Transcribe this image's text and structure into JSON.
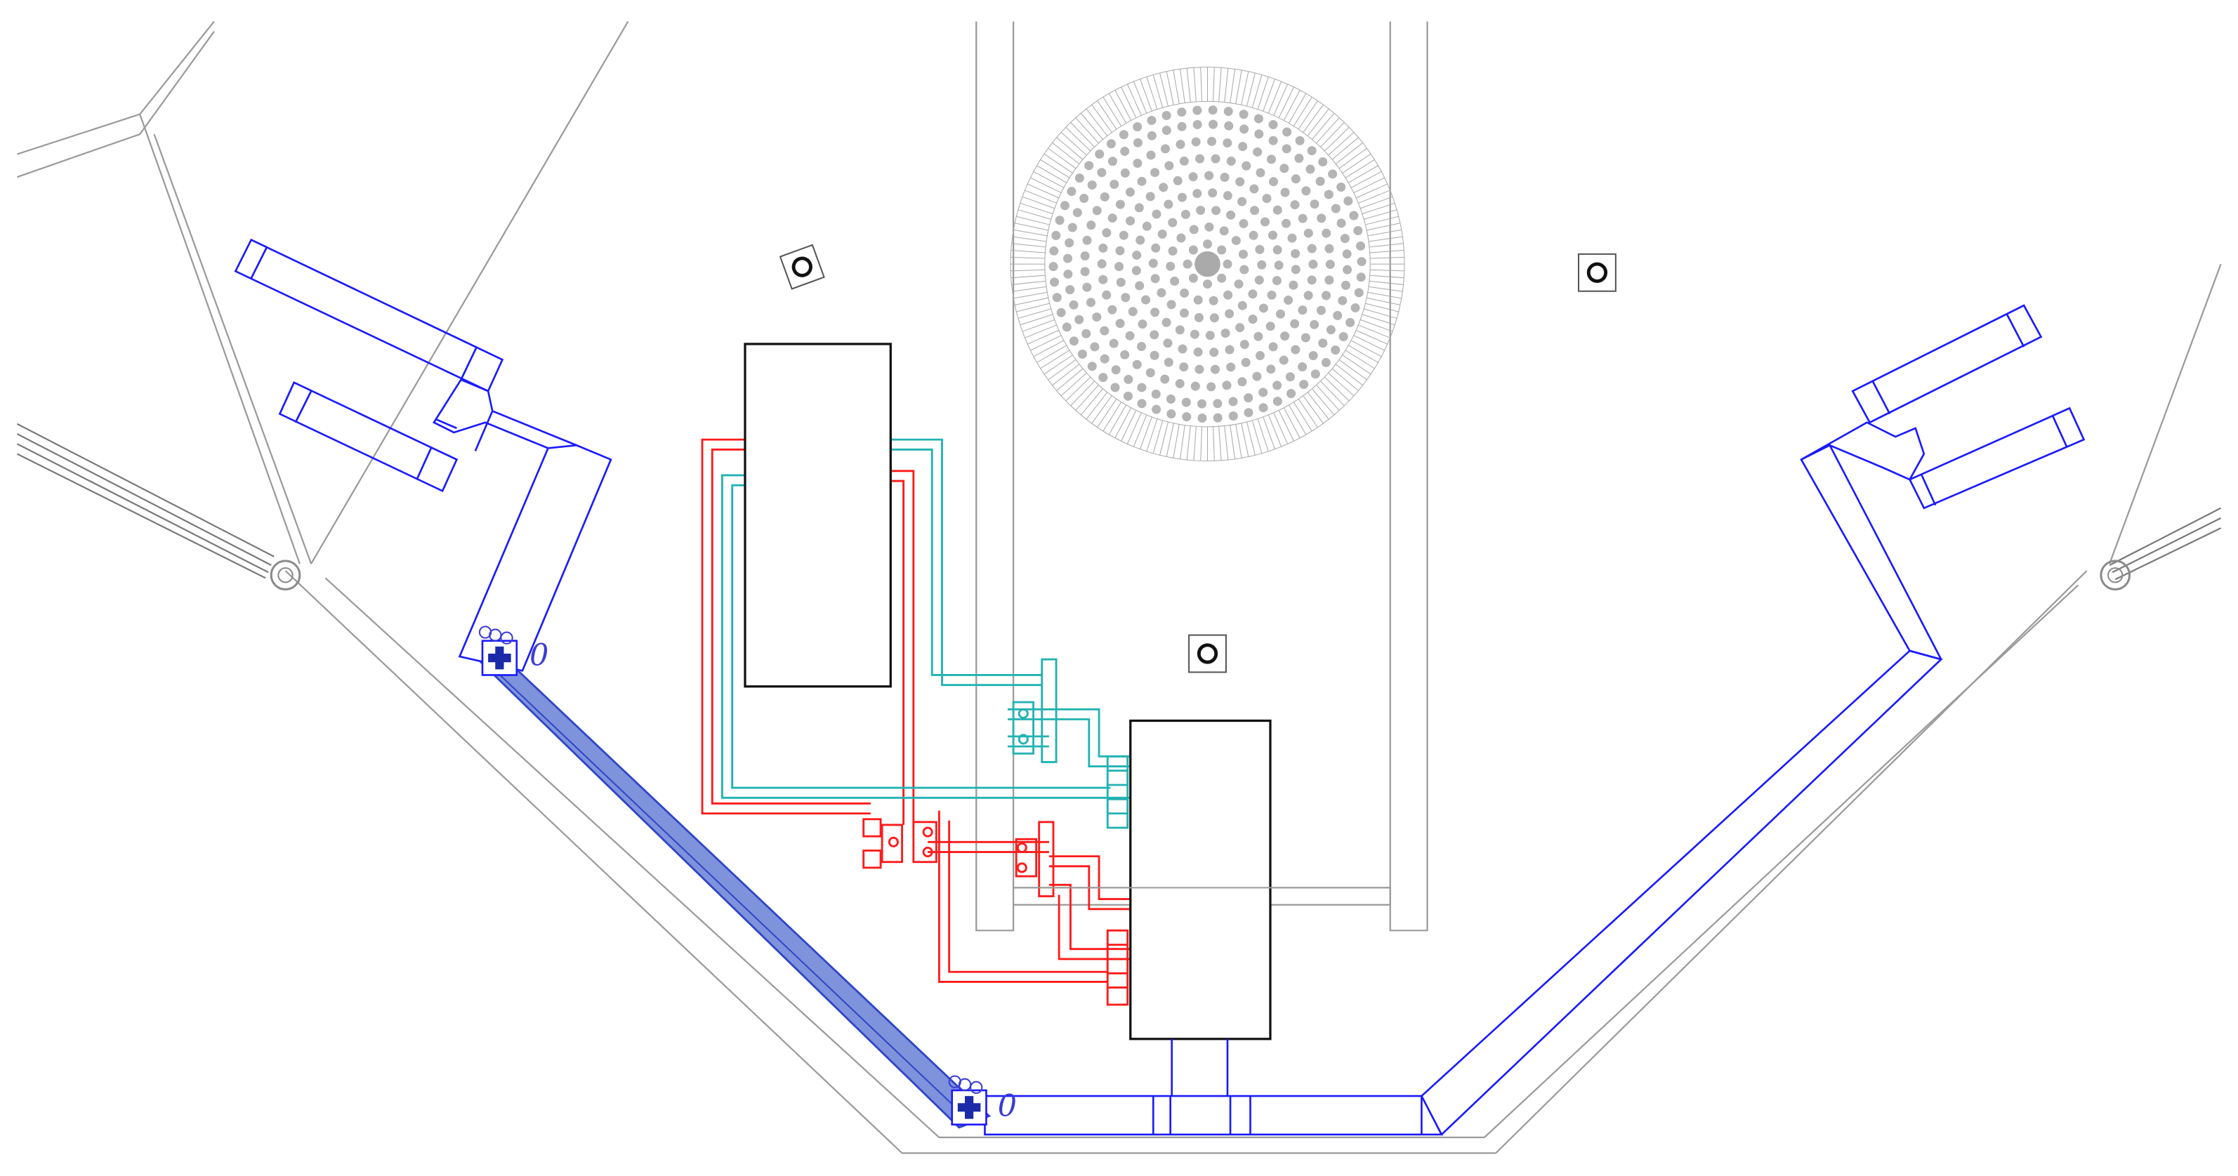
{
  "view": {
    "kind": "floor-plan-canvas",
    "background": "#ffffff",
    "colors": {
      "walls": "#9a9a9a",
      "duct": "#1a1aff",
      "duct_selected": "#7f93dc",
      "hot_pipe": "#ff1a1a",
      "cold_pipe": "#22b2b2",
      "equipment": "#111111"
    }
  },
  "selection": {
    "element": "selected-duct-segment",
    "grips": [
      "grip-plus-icon",
      "grip-plus-icon"
    ],
    "end_labels": [
      "0",
      "0"
    ]
  },
  "symbols": [
    "exhaust-grille-icon",
    "column-icon",
    "diffuser-icon"
  ]
}
